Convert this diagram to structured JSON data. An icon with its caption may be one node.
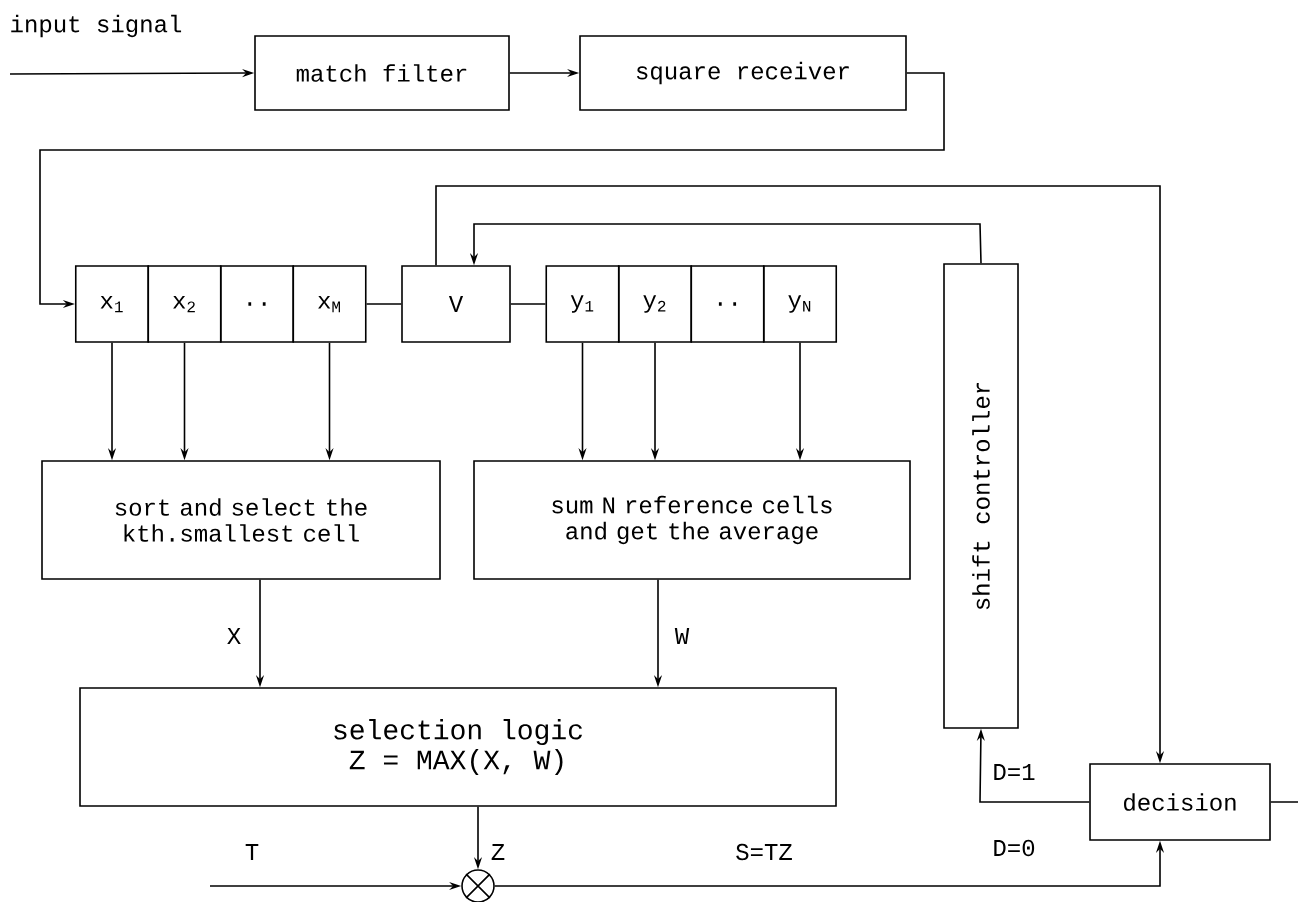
{
  "diagram": {
    "nodes": [
      {
        "text": [
          "match filter"
        ]
      },
      {
        "text": [
          "square receiver"
        ]
      },
      {
        "text": [
          "x$_{1}$"
        ]
      },
      {
        "text": [
          "x$_{2}$"
        ]
      },
      {
        "text": [
          ".."
        ]
      },
      {
        "text": [
          "x$_{M}$"
        ]
      },
      {
        "text": [
          "V"
        ]
      },
      {
        "text": [
          "y$_{1}$"
        ]
      },
      {
        "text": [
          "y$_{2}$"
        ]
      },
      {
        "text": [
          ".."
        ]
      },
      {
        "text": [
          "y$_{N}$"
        ]
      },
      {
        "text": [
          "shift controller"
        ]
      },
      {
        "text": [
          "sort and select the kth.smallest cell"
        ]
      },
      {
        "text": [
          "sum N reference cells and get the average"
        ]
      },
      {
        "text": [
          "selection logic",
          "Z = MAX(X, W)"
        ]
      },
      {
        "text": [],
        "shape": "circle"
      },
      {
        "text": [
          "decision"
        ]
      }
    ],
    "edges": [
      {
        "from": null,
        "to": 0,
        "arrow": "to",
        "label": "input signal"
      },
      {
        "from": 0,
        "to": 1,
        "arrow": "to"
      },
      {
        "from": 1,
        "to": 2,
        "arrow": "to"
      },
      {
        "from": 5,
        "to": 6,
        "arrow": "none"
      },
      {
        "from": 6,
        "to": 7,
        "arrow": "none"
      },
      {
        "from": 2,
        "to": 12,
        "arrow": "to"
      },
      {
        "from": 3,
        "to": 12,
        "arrow": "to"
      },
      {
        "from": 5,
        "to": 12,
        "arrow": "to"
      },
      {
        "from": 7,
        "to": 13,
        "arrow": "to"
      },
      {
        "from": 8,
        "to": 13,
        "arrow": "to"
      },
      {
        "from": 10,
        "to": 13,
        "arrow": "to"
      },
      {
        "from": 12,
        "to": 14,
        "arrow": "to",
        "label": "X"
      },
      {
        "from": 13,
        "to": 14,
        "arrow": "to",
        "label": "W"
      },
      {
        "from": 14,
        "to": 15,
        "arrow": "to",
        "label": "Z"
      },
      {
        "from": null,
        "to": 15,
        "arrow": "to",
        "label": "T"
      },
      {
        "from": 15,
        "to": 16,
        "arrow": "to",
        "label": "S=TZ"
      },
      {
        "from": 16,
        "to": 11,
        "arrow": "to",
        "label": "D=1"
      },
      {
        "from": 11,
        "to": 6,
        "arrow": "to"
      },
      {
        "from": 6,
        "to": 16,
        "arrow": "to"
      },
      {
        "from": 16,
        "to": null,
        "arrow": "none"
      }
    ],
    "labels": [
      "D=0"
    ]
  }
}
